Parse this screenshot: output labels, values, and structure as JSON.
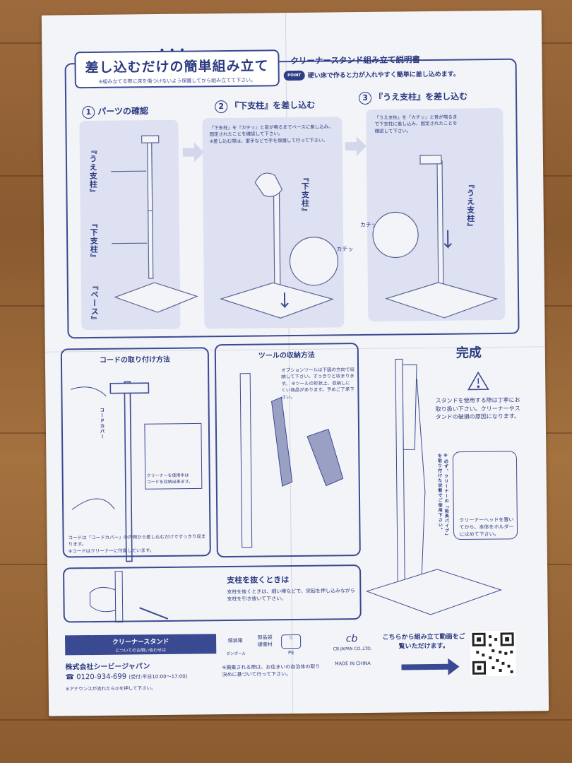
{
  "header": {
    "title": "差し込むだけの簡単組み立て",
    "subtitle": "※組み立てる際に床を傷つけないよう保護してから組み立てて下さい。",
    "right_title": "クリーナースタンド組み立て説明書",
    "point_badge": "POINT",
    "point_text": "硬い床で作ると力が入れやすく簡単に差し込めます。"
  },
  "steps": [
    {
      "num": "1",
      "title": "パーツの確認"
    },
    {
      "num": "2",
      "title": "『下支柱』を差し込む"
    },
    {
      "num": "3",
      "title": "『うえ支柱』を差し込む"
    }
  ],
  "step1": {
    "upper": "『うえ支柱』",
    "lower": "『下支柱』",
    "base": "『ベース』"
  },
  "step2": {
    "note": "「下支柱」を『カチッ』と音が鳴るまでベースに差し込み、固定されたことを確認して下さい。\n※差し込む際は、軍手などで手を保護して行って下さい。",
    "label": "『下支柱』",
    "click": "カチッ"
  },
  "step3": {
    "note": "「うえ支柱」を『カチッ』と音が鳴るまで下支柱に差し込み、固定されたことを確認して下さい。",
    "label": "『うえ支柱』",
    "click": "カチッ"
  },
  "cord": {
    "title": "コードの取り付け方法",
    "cover_label": "コードカバー",
    "inset_note": "クリーナーを使用中は\nコードを収納出来ます。",
    "note": "コードは「コードカバー」の内側から差し込むだけですっきり収まります。\n※コードはクリーナーに付属しています。"
  },
  "tool": {
    "title": "ツールの収納方法",
    "note": "オプションツールは下図の方向で収納して下さい。すっきりと収まります。\n※ツールの形状上、収納しにくい商品があります。予めご了承下さい。"
  },
  "complete": {
    "title": "完成",
    "note": "スタンドを使用する際は丁寧にお取り扱い下さい。クリーナーやスタンドの破損の原因になります。",
    "pipe_note": "※必ず、クリーナーの「延長パイプ」を取り付けた状態でご使用下さい。",
    "head_note": "クリーナーヘッドを置いてから、本体をホルダーにはめて下さい。"
  },
  "remove": {
    "title": "支柱を抜くときは",
    "note": "支柱を抜くときは、細い棒などで、突起を押し込みながら支柱を引き抜いて下さい。"
  },
  "footer": {
    "bar_title": "クリーナースタンド",
    "bar_sub": "についてのお問い合わせは",
    "company": "株式会社シービージャパン",
    "phone": "0120-934-699",
    "phone_hours": "(受付:平日10:00〜17:00)",
    "phone_note": "※アナウンスが流れたら②を押して下さい。",
    "packaging": "個装箱",
    "cardboard": "ダンボール",
    "parts": "部品袋\n緩衝材",
    "pe": "PE",
    "disposal": "※廃棄される際は、お住まいの自治体の取り決めに基づいて行って下さい。",
    "brand": "CB JAPAN CO.,LTD.",
    "made_in": "MADE IN CHINA",
    "video": "こちらから組み立て動画をご覧いただけます。"
  }
}
